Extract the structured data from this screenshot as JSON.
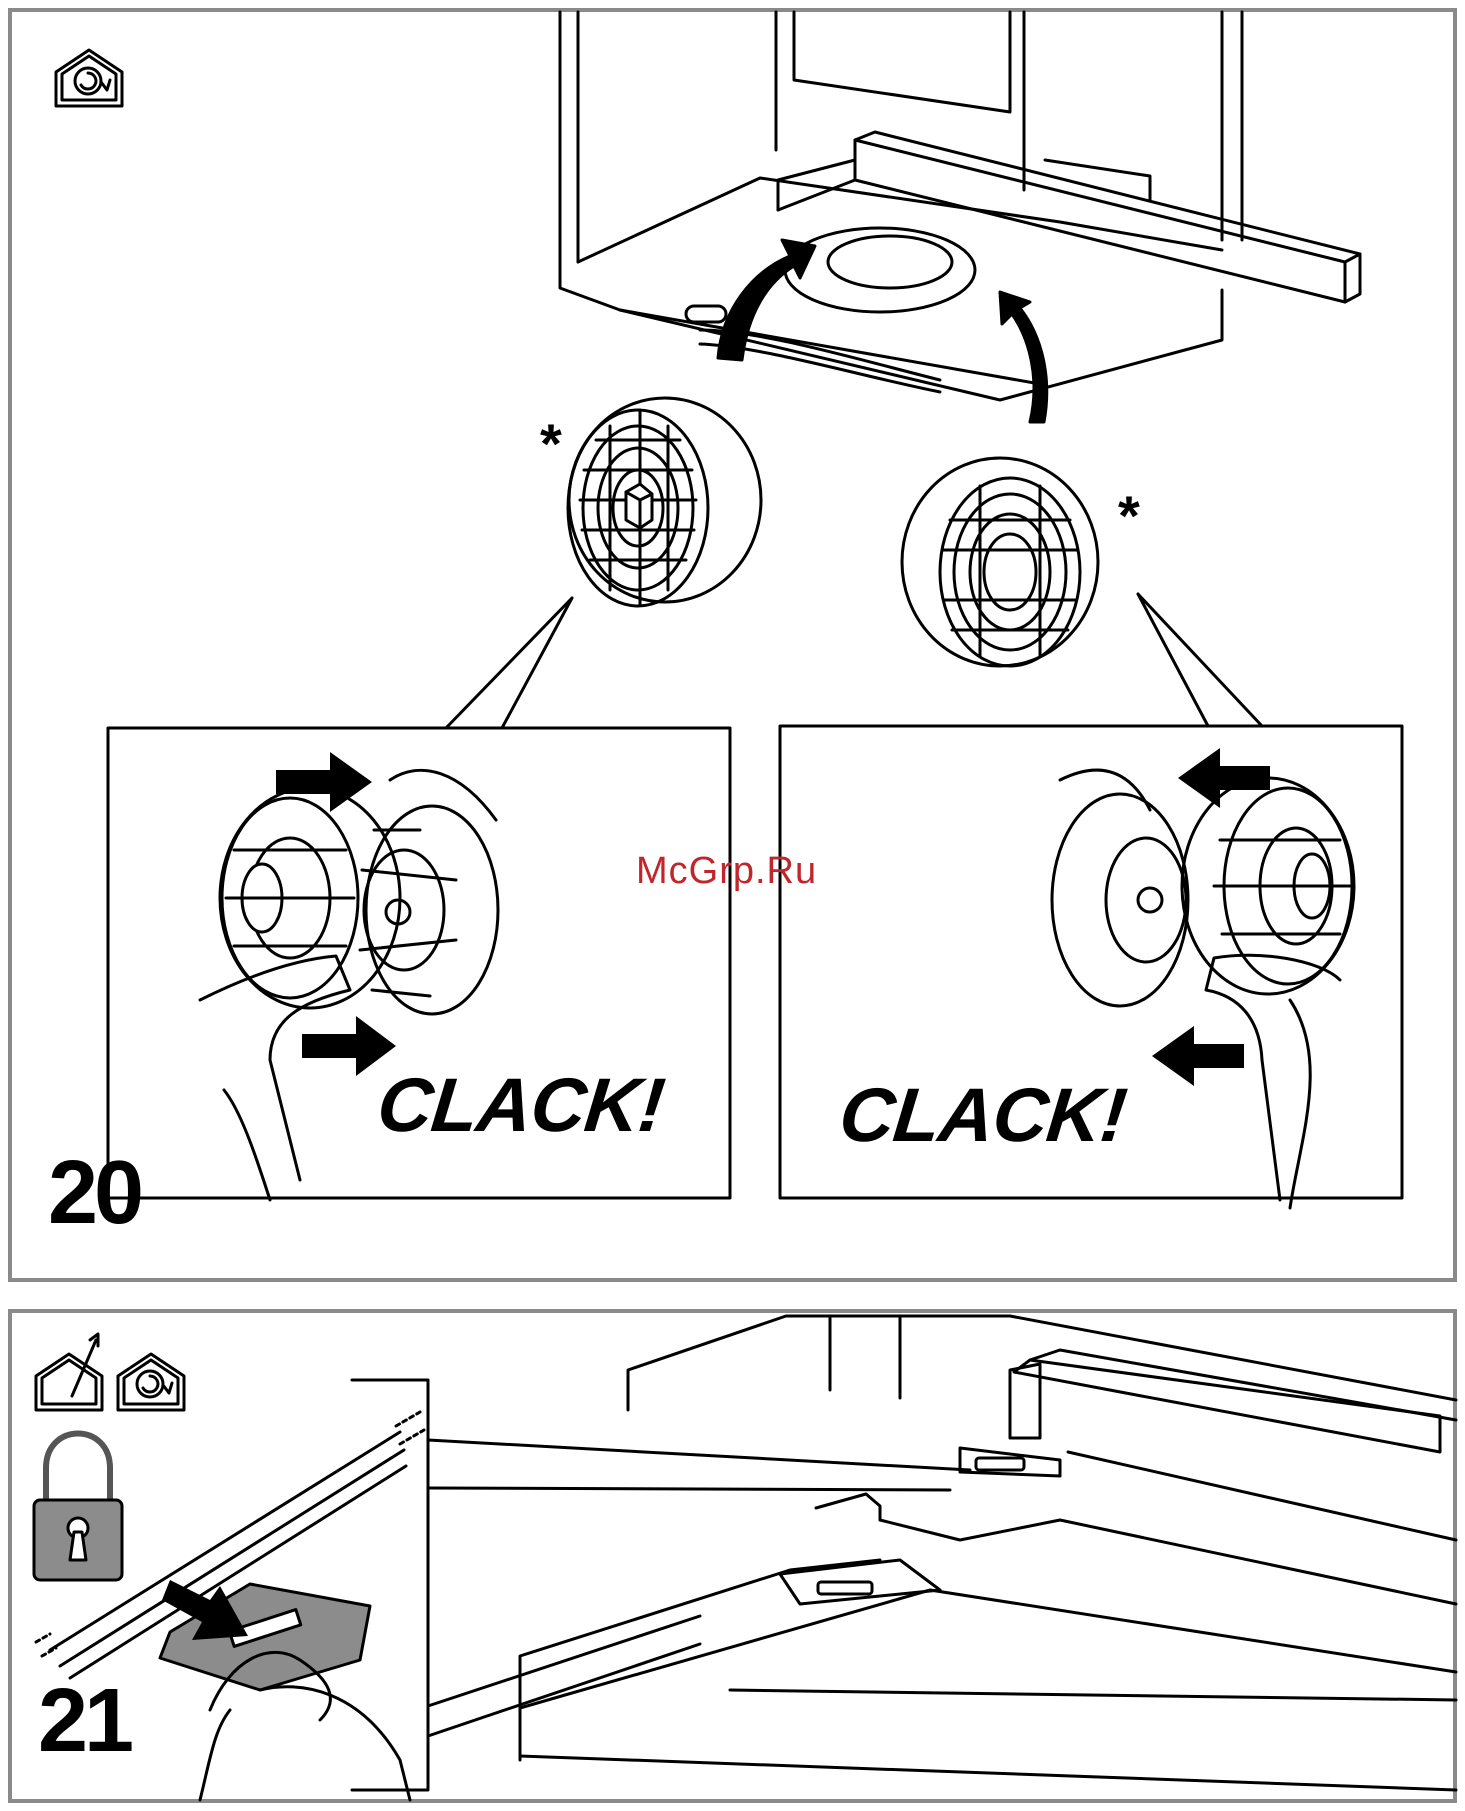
{
  "steps": {
    "step_20": {
      "number": "20",
      "clack_left": "CLACK!",
      "clack_right": "CLACK!",
      "asterisk_left": "*",
      "asterisk_right": "*"
    },
    "step_21": {
      "number": "21"
    }
  },
  "watermark": "McGrp.Ru",
  "icons": {
    "step_20": [
      "recirculation-mode-icon"
    ],
    "step_21": [
      "extraction-mode-icon",
      "recirculation-mode-icon",
      "padlock-icon"
    ]
  },
  "colors": {
    "panel_border": "#8a8a8a",
    "line": "#000000",
    "watermark": "#c0262b",
    "padlock": "#8c8c8c"
  }
}
